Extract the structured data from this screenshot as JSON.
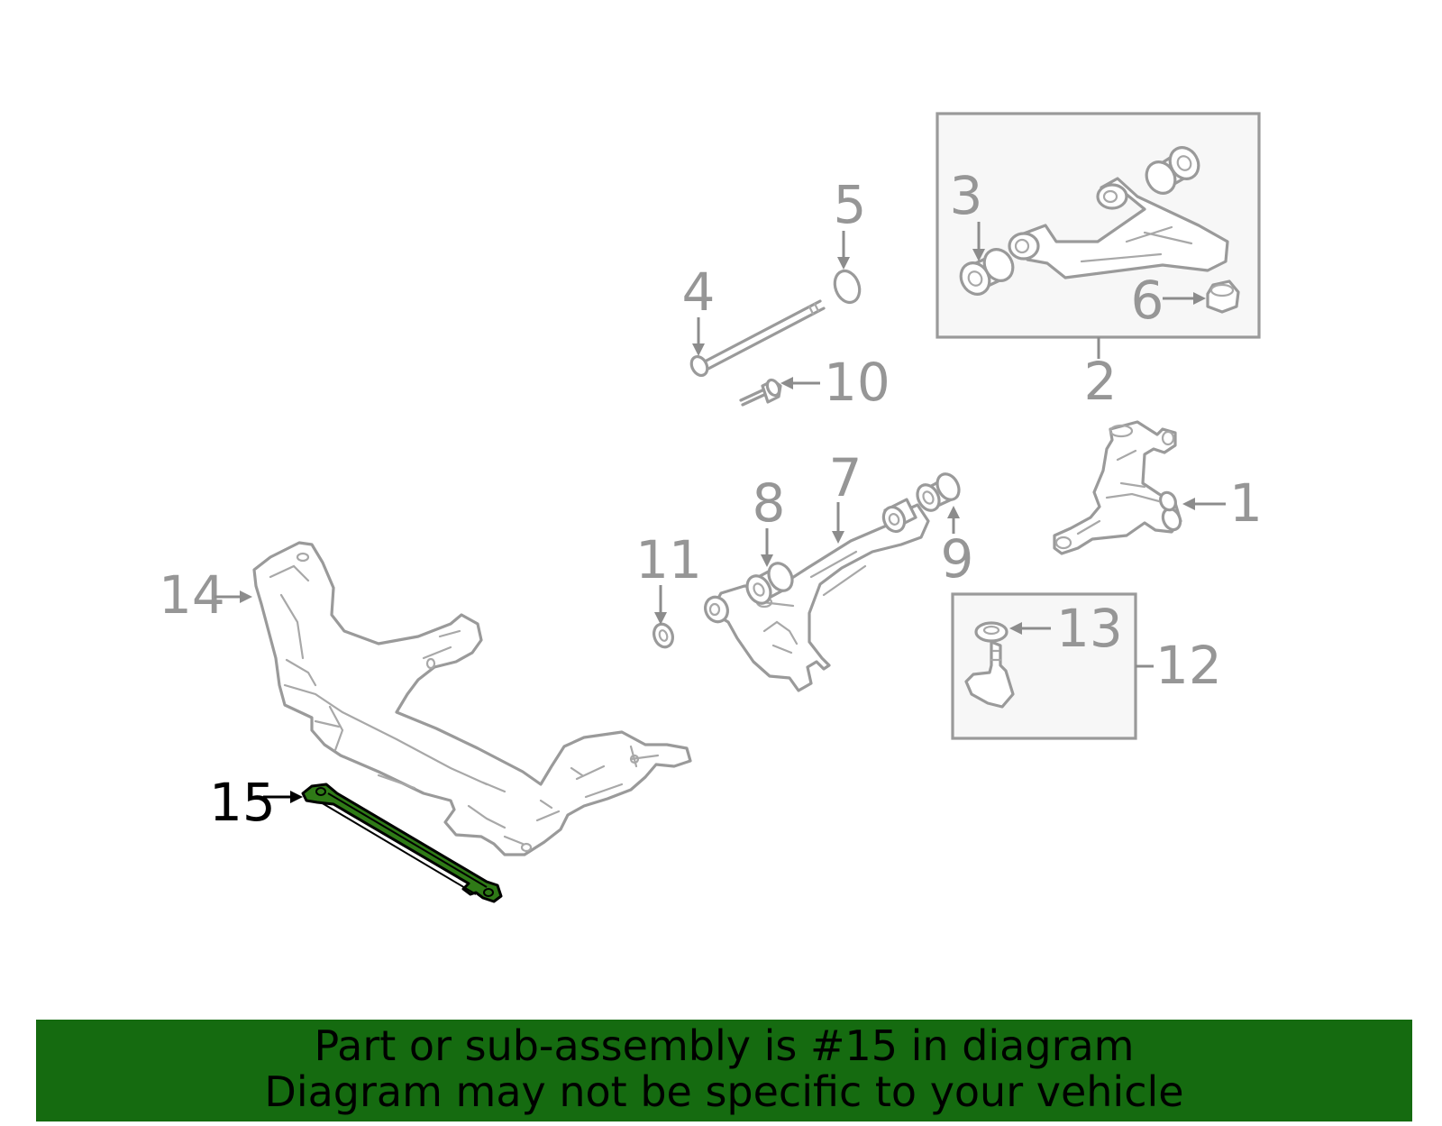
{
  "callouts": [
    {
      "id": "1",
      "label": "1",
      "highlight": false
    },
    {
      "id": "2",
      "label": "2",
      "highlight": false
    },
    {
      "id": "3",
      "label": "3",
      "highlight": false
    },
    {
      "id": "4",
      "label": "4",
      "highlight": false
    },
    {
      "id": "5",
      "label": "5",
      "highlight": false
    },
    {
      "id": "6",
      "label": "6",
      "highlight": false
    },
    {
      "id": "7",
      "label": "7",
      "highlight": false
    },
    {
      "id": "8",
      "label": "8",
      "highlight": false
    },
    {
      "id": "9",
      "label": "9",
      "highlight": false
    },
    {
      "id": "10",
      "label": "10",
      "highlight": false
    },
    {
      "id": "11",
      "label": "11",
      "highlight": false
    },
    {
      "id": "12",
      "label": "12",
      "highlight": false
    },
    {
      "id": "13",
      "label": "13",
      "highlight": false
    },
    {
      "id": "14",
      "label": "14",
      "highlight": false
    },
    {
      "id": "15",
      "label": "15",
      "highlight": true
    }
  ],
  "banner": {
    "line1": "Part or sub-assembly is #15 in diagram",
    "line2": "Diagram may not be specific to your vehicle"
  },
  "colors": {
    "highlight_part": "#2f7a17",
    "banner_background": "#156b10",
    "callout_gray": "#969696",
    "line_gray": "#9a9a9a",
    "box_fill": "#f7f7f7"
  }
}
